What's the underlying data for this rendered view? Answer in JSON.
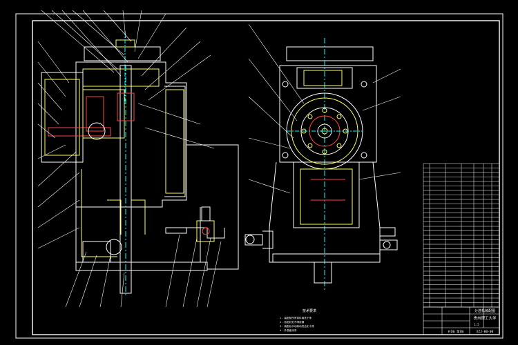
{
  "sheet": {
    "background": "#000000",
    "line_colors": {
      "outline": "#ffffff",
      "main": "#ffff66",
      "detail": "#ff4444",
      "center": "#00ffff",
      "green": "#66ff66"
    }
  },
  "views": {
    "left": {
      "name": "section-view"
    },
    "right": {
      "name": "front-view"
    }
  },
  "notes": {
    "heading": "技术要求",
    "lines": [
      "1. 装配前所有零件清洗干净",
      "2. 各密封处不得渗漏",
      "3. 装配后手动转动灵活无卡滞",
      "4. 外表面涂漆"
    ]
  },
  "title_block": {
    "school": "贵州理工大学",
    "drawing_title": "分选机装配图",
    "drawing_no": "XZJ-00-00",
    "scale": "1:5",
    "sheet": "共1张 第1张"
  },
  "parts_table": {
    "rows": 32
  }
}
